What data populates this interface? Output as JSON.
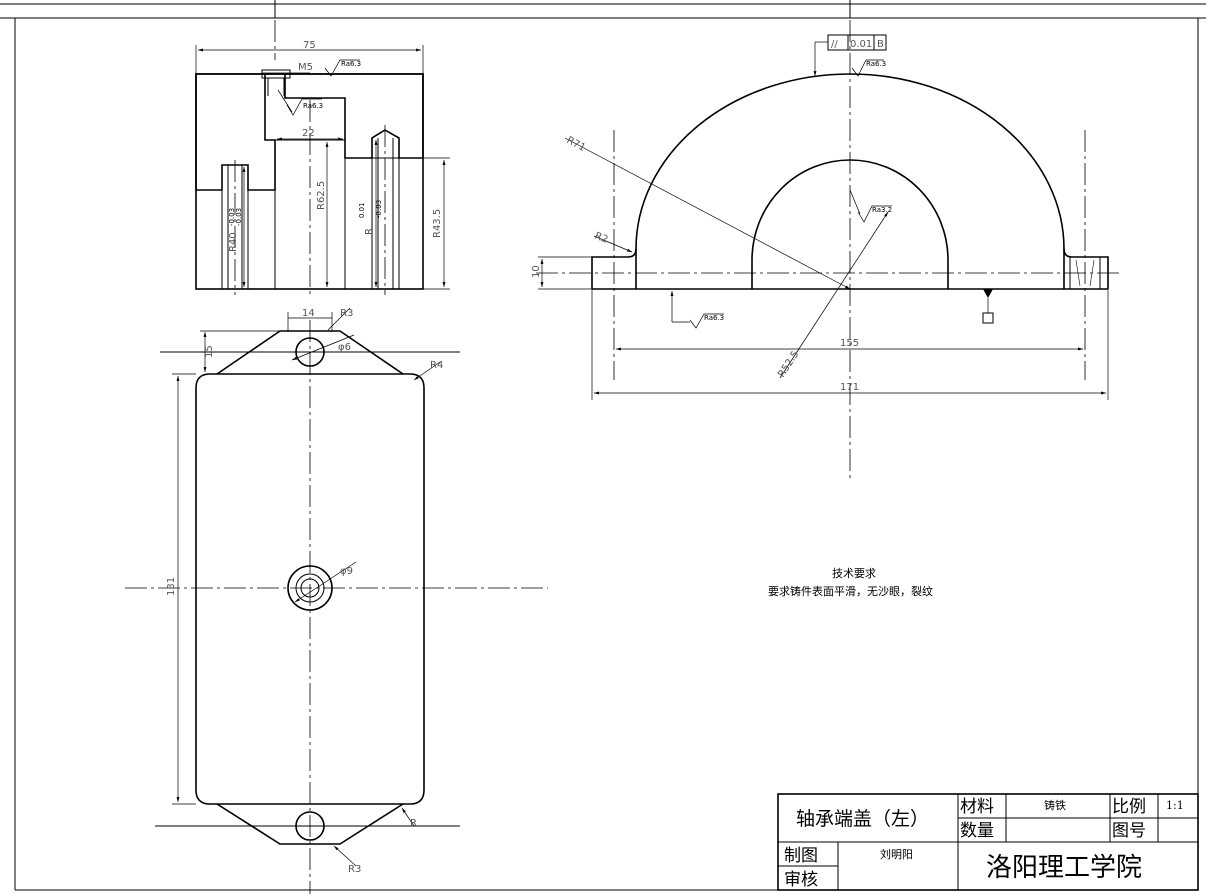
{
  "left_view": {
    "dims": {
      "width_75": "75",
      "thread": "M5",
      "bore_22": "22",
      "r62_5": "R62.5",
      "r43_5": "R43.5",
      "r40": "R40",
      "tol_003": "-0.03",
      "r_tol": "R",
      "tol_001": "0.01",
      "tol_003b": "-0.03"
    },
    "roughness": [
      "Ra6.3",
      "Ra6.3"
    ]
  },
  "top_view": {
    "dims": {
      "width_14": "14",
      "r3": "R3",
      "d6": "φ6",
      "h15": "15",
      "r4": "R4",
      "length_131": "131",
      "d9": "φ9",
      "r_bottom": "R",
      "r3b": "R3"
    }
  },
  "front_view": {
    "dims": {
      "r71": "R71",
      "r2": "R2",
      "h10": "10",
      "d155": "155",
      "d171": "171",
      "r52": "R52.5"
    },
    "roughness": [
      "Ra6.3",
      "Ra3.2",
      "Ra6.3"
    ],
    "tolerance": {
      "symbol": "//",
      "value": "0.01",
      "datum": "B"
    }
  },
  "notes": {
    "title": "技术要求",
    "body": "要求铸件表面平滑，无沙眼，裂纹"
  },
  "title_block": {
    "part_name": "轴承端盖（左）",
    "material_label": "材料",
    "material_value": "铸铁",
    "scale_label": "比例",
    "scale_value": "1:1",
    "quantity_label": "数量",
    "drawing_no_label": "图号",
    "drawn_label": "制图",
    "drawn_by": "刘明阳",
    "checked_label": "审核",
    "school": "洛阳理工学院"
  }
}
